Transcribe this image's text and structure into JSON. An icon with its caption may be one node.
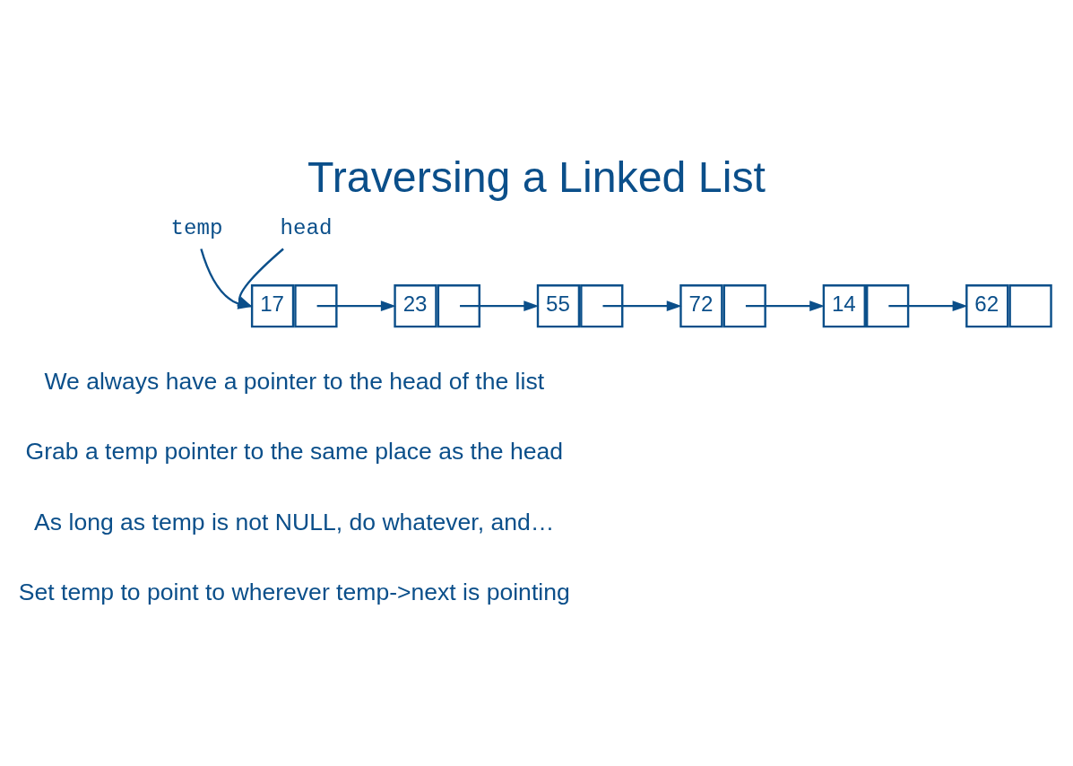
{
  "diagram": {
    "title": "Traversing a Linked List",
    "nodes": [
      {
        "text": [
          "temp"
        ]
      },
      {
        "text": [
          "head"
        ]
      },
      {
        "text": [
          "17"
        ]
      },
      {
        "text": [
          "23"
        ]
      },
      {
        "text": [
          "55"
        ]
      },
      {
        "text": [
          "72"
        ]
      },
      {
        "text": [
          "14"
        ]
      },
      {
        "text": [
          "62"
        ]
      }
    ],
    "edges": [
      {
        "from": 0,
        "to": 2,
        "arrow": "to"
      },
      {
        "from": 1,
        "to": 2,
        "arrow": "to"
      },
      {
        "from": 2,
        "to": 3,
        "arrow": "to"
      },
      {
        "from": 3,
        "to": 4,
        "arrow": "to"
      },
      {
        "from": 4,
        "to": 5,
        "arrow": "to"
      },
      {
        "from": 5,
        "to": 6,
        "arrow": "to"
      },
      {
        "from": 6,
        "to": 7,
        "arrow": "to"
      }
    ],
    "labels": [
      "We always have a pointer to the head of the list",
      "Grab a temp pointer to the same place as the head",
      "As long as temp is not NULL, do whatever, and…",
      "Set temp to point to wherever temp->next is pointing"
    ]
  }
}
